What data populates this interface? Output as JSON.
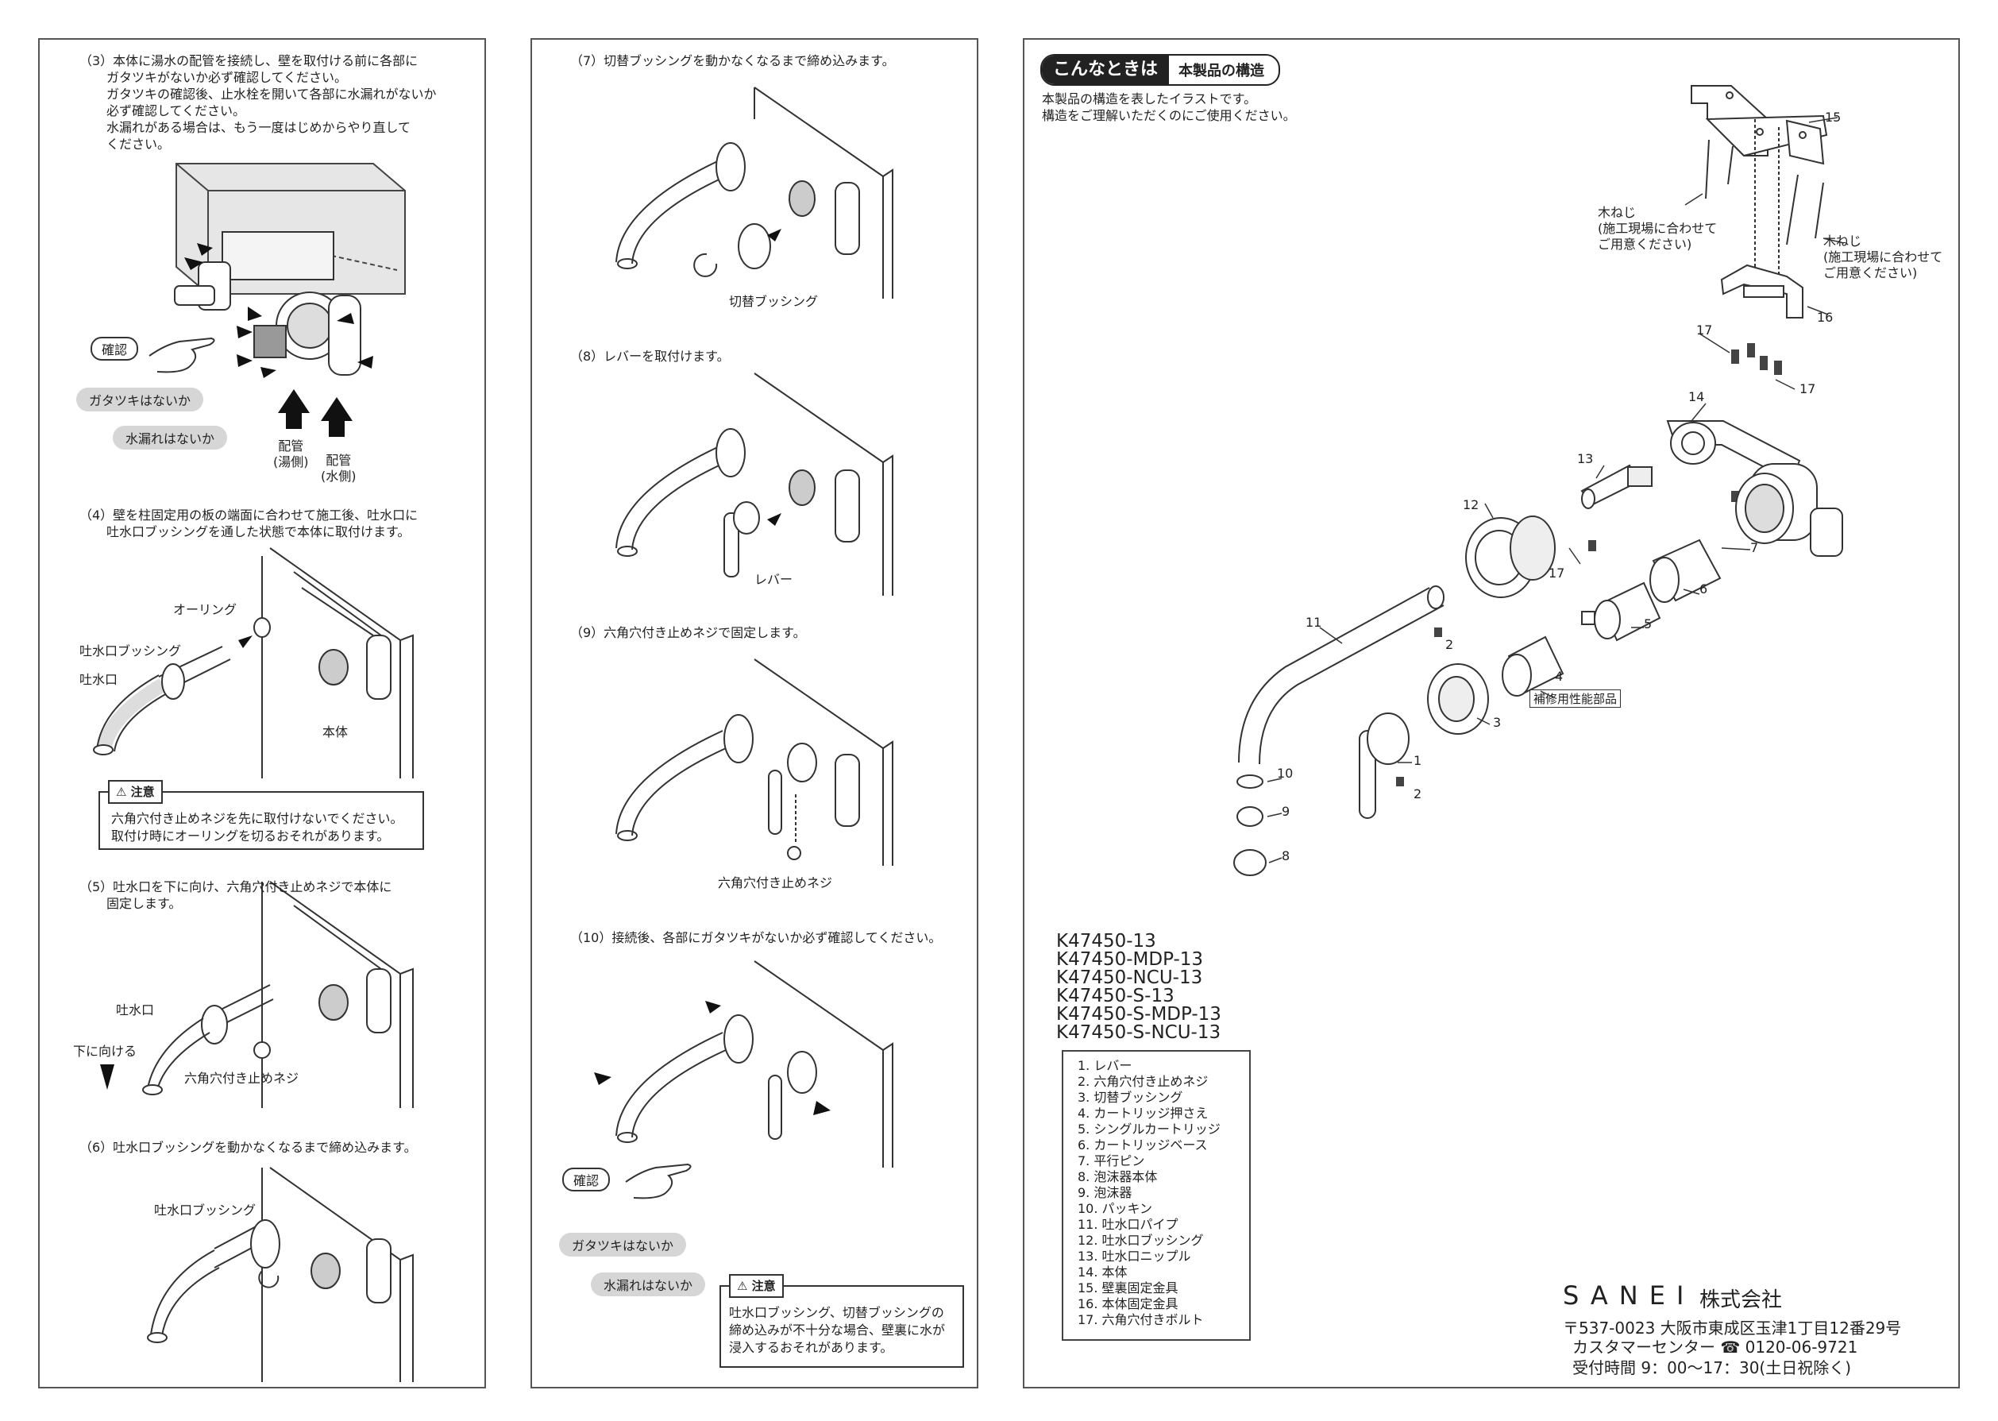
{
  "panel1": {
    "step3_lines": [
      "（3）本体に湯水の配管を接続し、壁を取付ける前に各部に",
      "ガタツキがないか必ず確認してください。",
      "ガタツキの確認後、止水栓を開いて各部に水漏れがないか",
      "必ず確認してください。",
      "水漏れがある場合は、もう一度はじめからやり直して",
      "ください。"
    ],
    "kakunin": "確認",
    "check_gatatsuki": "ガタツキはないか",
    "check_leak": "水漏れはないか",
    "pipe_hot": "配管\n(湯側)",
    "pipe_cold": "配管\n(水側)",
    "step4_lines": [
      "（4）壁を柱固定用の板の端面に合わせて施工後、吐水口に",
      "吐水口ブッシングを通した状態で本体に取付けます。"
    ],
    "label_oring": "オーリング",
    "label_bushing": "吐水口ブッシング",
    "label_spout": "吐水口",
    "label_body": "本体",
    "caution_title": "注意",
    "caution_lines": [
      "六角穴付き止めネジを先に取付けないでください。",
      "取付け時にオーリングを切るおそれがあります。"
    ],
    "step5_lines": [
      "（5）吐水口を下に向け、六角穴付き止めネジで本体に",
      "固定します。"
    ],
    "label_spout2": "吐水口",
    "label_down": "下に向ける",
    "label_screw": "六角穴付き止めネジ",
    "step6_line": "（6）吐水口ブッシングを動かなくなるまで締め込みます。",
    "label_bushing2": "吐水口ブッシング"
  },
  "panel2": {
    "step7_line": "（7）切替ブッシングを動かなくなるまで締め込みます。",
    "label_switch_bushing": "切替ブッシング",
    "step8_line": "（8）レバーを取付けます。",
    "label_lever": "レバー",
    "step9_line": "（9）六角穴付き止めネジで固定します。",
    "label_screw": "六角穴付き止めネジ",
    "step10_line": "（10）接続後、各部にガタツキがないか必ず確認してください。",
    "kakunin": "確認",
    "check_gatatsuki": "ガタツキはないか",
    "check_leak": "水漏れはないか",
    "caution_title": "注意",
    "caution_lines": [
      "吐水口ブッシング、切替ブッシングの",
      "締め込みが不十分な場合、壁裏に水が",
      "浸入するおそれがあります。"
    ]
  },
  "panel3": {
    "header_badge": "こんなときは",
    "header_title": "本製品の構造",
    "intro_lines": [
      "本製品の構造を表したイラストです。",
      "構造をご理解いただくのにご使用ください。"
    ],
    "wood_screw_left": "木ねじ\n(施工現場に合わせて\nご用意ください)",
    "wood_screw_right": "木ねじ\n(施工現場に合わせて\nご用意ください)",
    "repair_part": "補修用性能部品",
    "callouts": [
      "1",
      "2",
      "2",
      "3",
      "4",
      "5",
      "6",
      "7",
      "8",
      "9",
      "10",
      "11",
      "12",
      "13",
      "14",
      "15",
      "16",
      "17",
      "17",
      "17"
    ],
    "models": [
      "K47450-13",
      "K47450-MDP-13",
      "K47450-NCU-13",
      "K47450-S-13",
      "K47450-S-MDP-13",
      "K47450-S-NCU-13"
    ],
    "parts": [
      " 1. レバー",
      " 2. 六角穴付き止めネジ",
      " 3. 切替ブッシング",
      " 4. カートリッジ押さえ",
      " 5. シングルカートリッジ",
      " 6. カートリッジベース",
      " 7. 平行ピン",
      " 8. 泡沫器本体",
      " 9. 泡沫器",
      "10. パッキン",
      "11. 吐水口パイプ",
      "12. 吐水口ブッシング",
      "13. 吐水口ニップル",
      "14. 本体",
      "15. 壁裏固定金具",
      "16. 本体固定金具",
      "17. 六角穴付きボルト"
    ],
    "company_name": "SANEI",
    "company_suffix": "株式会社",
    "address": "〒537-0023  大阪市東成区玉津1丁目12番29号",
    "phone": "カスタマーセンター ☎ 0120-06-9721",
    "hours": "受付時間 9：00～17：30(土日祝除く)"
  }
}
